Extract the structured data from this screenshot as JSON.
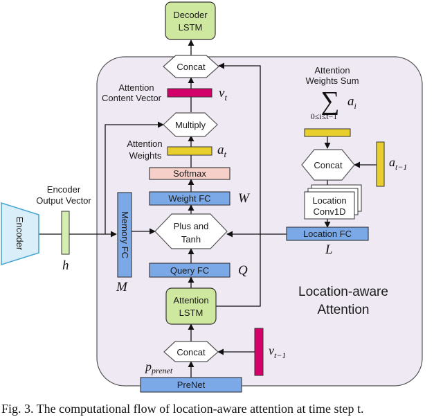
{
  "region_title": [
    "Location-aware",
    "Attention"
  ],
  "nodes": {
    "decoder": [
      "Decoder",
      "LSTM"
    ],
    "concat_top": "Concat",
    "multiply": "Multiply",
    "softmax": "Softmax",
    "weight_fc": "Weight FC",
    "plus_tanh": [
      "Plus and",
      "Tanh"
    ],
    "query_fc": "Query FC",
    "attention_lstm": [
      "Attention",
      "LSTM"
    ],
    "concat_bottom": "Concat",
    "prenet": "PreNet",
    "memory_fc": "Memory FC",
    "encoder": "Encoder",
    "concat_right": "Concat",
    "location_conv": [
      "Location",
      "Conv1D"
    ],
    "location_fc": "Location FC"
  },
  "labels": {
    "context_vector": [
      "Attention",
      "Content Vector"
    ],
    "attention_weights": [
      "Attention",
      "Weights"
    ],
    "weights_sum": [
      "Attention",
      "Weights Sum"
    ],
    "encoder_output": [
      "Encoder",
      "Output Vector"
    ]
  },
  "symbols": {
    "v_t": "v",
    "v_t_sub": "t",
    "a_t": "a",
    "a_t_sub": "t",
    "a_prev": "a",
    "a_prev_sub": "t−1",
    "v_prev": "v",
    "v_prev_sub": "t−1",
    "sum_sign": "∑",
    "sum_term": "a",
    "sum_term_sub": "i",
    "sum_range": "0≤i≤t−1",
    "W": "W",
    "Q": "Q",
    "L": "L",
    "M": "M",
    "h": "h",
    "p": "p",
    "p_sub": "prenet"
  },
  "caption": "Fig. 3.  The computational flow of location-aware attention at time step t.",
  "colors": {
    "region_fill": "#efe9f3",
    "green": "#cfe8a0",
    "blue": "#7ba9e8",
    "pink": "#f6cfc9",
    "magenta": "#d4006a",
    "yellow": "#e8cf2e",
    "lightgreen": "#d4edb0",
    "encoder_fill": "#d9eef8",
    "encoder_stroke": "#4aa8d0"
  }
}
